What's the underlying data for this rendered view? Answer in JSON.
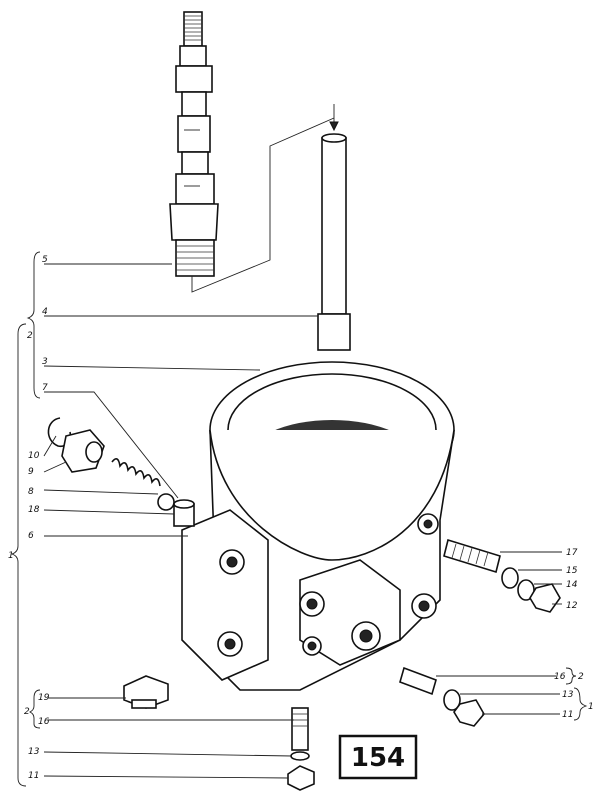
{
  "figure_number": "154",
  "callouts": {
    "c5": "5",
    "c4": "4",
    "c2top": "2",
    "c3": "3",
    "c7": "7",
    "c10": "10",
    "c9": "9",
    "c8": "8",
    "c18": "18",
    "c6": "6",
    "c1": "1",
    "c19": "19",
    "c2bot": "2",
    "c16left": "16",
    "c13left": "13",
    "c11left": "11",
    "c17": "17",
    "c15": "15",
    "c14": "14",
    "c12": "12",
    "c16right": "16",
    "c2right": "2",
    "c13right": "13",
    "c1right": "1",
    "c11right": "11"
  }
}
